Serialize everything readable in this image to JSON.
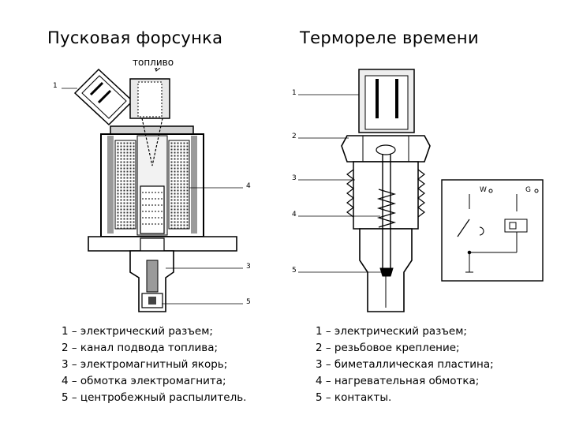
{
  "titles": {
    "left": "Пусковая форсунка",
    "right": "Термореле времени"
  },
  "left_diagram": {
    "fuel_label": "топливо",
    "callouts": [
      "1",
      "4",
      "3",
      "5"
    ]
  },
  "right_diagram": {
    "callouts": [
      "1",
      "2",
      "3",
      "4",
      "5"
    ],
    "schematic": {
      "label_w": "W",
      "label_g": "G"
    }
  },
  "legend_left": [
    "1 – электрический разъем;",
    "2 – канал подвода топлива;",
    "3 – электромагнитный якорь;",
    "4 – обмотка электромагнита;",
    "5 – центробежный распылитель."
  ],
  "legend_right": [
    "1 – электрический разъем;",
    "2 – резьбовое крепление;",
    "3 – биметаллическая пластина;",
    "4 – нагревательная обмотка;",
    "5 – контакты."
  ]
}
